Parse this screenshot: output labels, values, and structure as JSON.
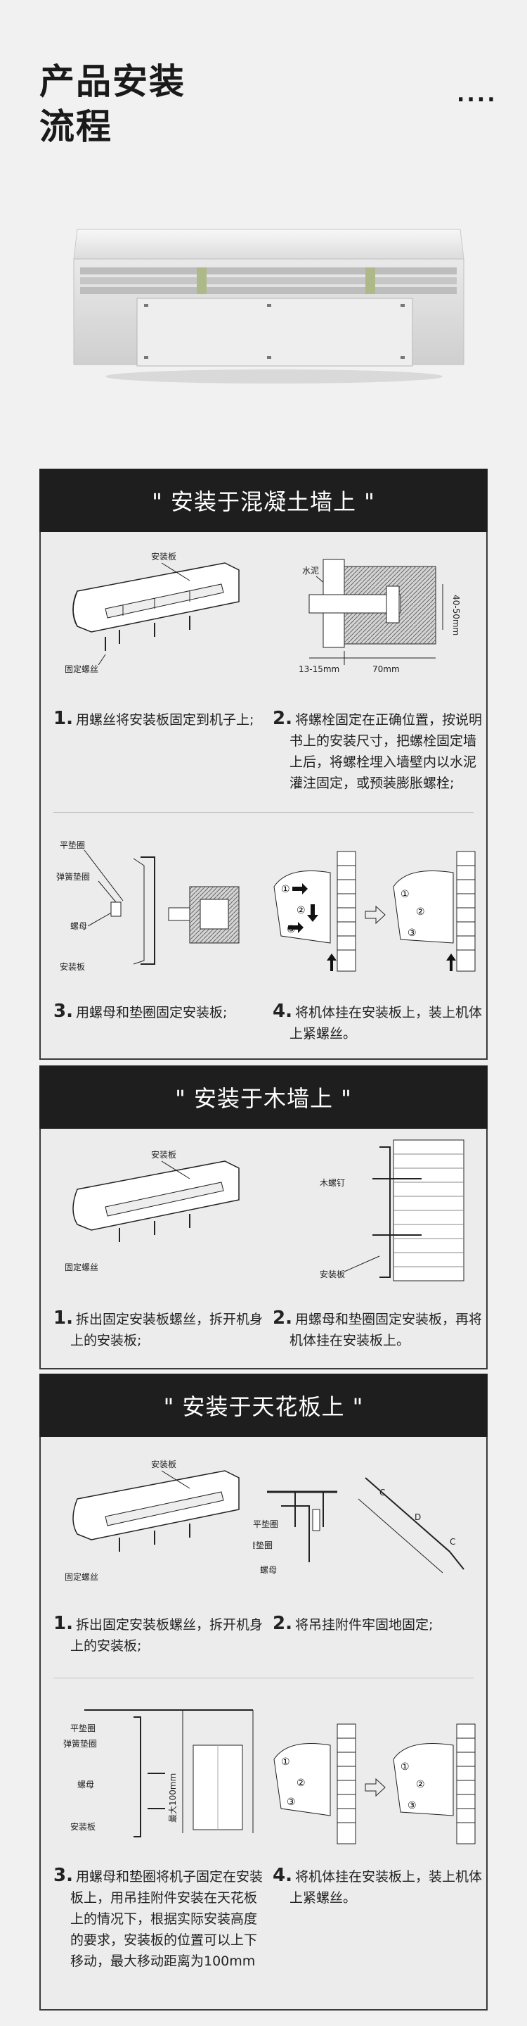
{
  "hero": {
    "title_line1": "产品安装",
    "title_line2": "流程",
    "dots": "...."
  },
  "sections": [
    {
      "title": "\" 安装于混凝土墙上 \""
    },
    {
      "title": "\" 安装于木墙上 \""
    },
    {
      "title": "\" 安装于天花板上 \""
    }
  ],
  "labels": {
    "mount_plate": "安装板",
    "fix_screw": "固定螺丝",
    "cement": "水泥",
    "dim_depth": "40-50mm",
    "dim_a": "13-15mm",
    "dim_b": "70mm",
    "flat_washer": "平垫圈",
    "spring_washer": "弹簧垫圈",
    "nut": "螺母",
    "wood_screw": "木螺钉",
    "c_label": "C",
    "d_label": "D",
    "max_move": "最大100mm",
    "c1": "①",
    "c2": "②",
    "c3": "③"
  },
  "steps": {
    "s1": {
      "num": "1.",
      "lines": [
        "用螺丝将安装板固定到机子上;"
      ]
    },
    "s2": {
      "num": "2.",
      "lines": [
        "将螺栓固定在正确位置，按说明",
        "书上的安装尺寸，把螺栓固定墙",
        "上后，将螺栓埋入墙壁内以水泥",
        "灌注固定，或预装膨胀螺栓;"
      ]
    },
    "s3": {
      "num": "3.",
      "lines": [
        "用螺母和垫圈固定安装板;"
      ]
    },
    "s4": {
      "num": "4.",
      "lines": [
        "将机体挂在安装板上，装上机体",
        "上紧螺丝。"
      ]
    },
    "w1": {
      "num": "1.",
      "lines": [
        "拆出固定安装板螺丝，拆开机身",
        "上的安装板;"
      ]
    },
    "w2": {
      "num": "2.",
      "lines": [
        "用螺母和垫圈固定安装板，再将",
        "机体挂在安装板上。"
      ]
    },
    "c1": {
      "num": "1.",
      "lines": [
        "拆出固定安装板螺丝，拆开机身",
        "上的安装板;"
      ]
    },
    "c2": {
      "num": "2.",
      "lines": [
        "将吊挂附件牢固地固定;"
      ]
    },
    "c3": {
      "num": "3.",
      "lines": [
        "用螺母和垫圈将机子固定在安装",
        "板上，用吊挂附件安装在天花板",
        "上的情况下，根据实际安装高度",
        "的要求，安装板的位置可以上下",
        "移动，最大移动距离为100mm"
      ]
    },
    "c4": {
      "num": "4.",
      "lines": [
        "将机体挂在安装板上，装上机体",
        "上紧螺丝。"
      ]
    }
  }
}
